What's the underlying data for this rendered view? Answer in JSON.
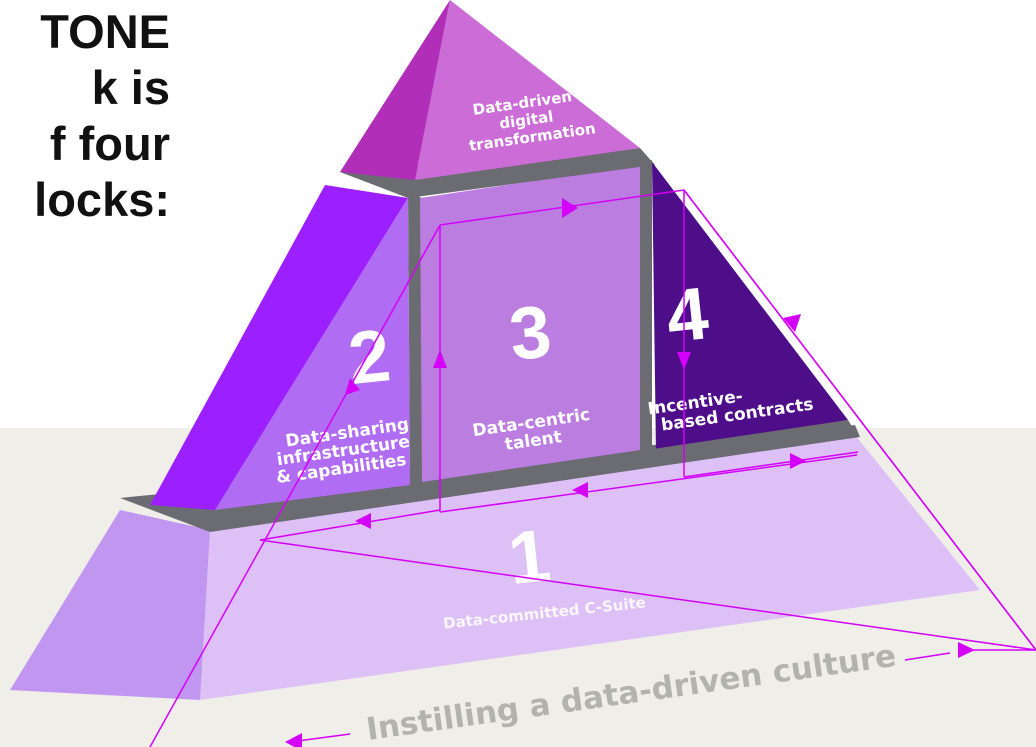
{
  "headline": {
    "lines": [
      "TONE",
      "k is",
      "f four",
      "locks:"
    ]
  },
  "blocks": {
    "top": {
      "label_lines": [
        "Data-driven",
        "digital",
        "transformation"
      ]
    },
    "b1": {
      "number": "1",
      "label": "Data-committed C-Suite"
    },
    "b2": {
      "number": "2",
      "label_lines": [
        "Data-sharing",
        "infrastructure",
        "& capabilities"
      ]
    },
    "b3": {
      "number": "3",
      "label_lines": [
        "Data-centric",
        "talent"
      ]
    },
    "b4": {
      "number": "4",
      "label_lines": [
        "Incentive-",
        "based contracts"
      ]
    }
  },
  "culture_text": "Instilling a data-driven culture",
  "colors": {
    "top_block": "#cc6dd7",
    "block1": "#ddc0f5",
    "block2": "#b06cf2",
    "block3": "#bb7ee0",
    "block4": "#4e0e8a",
    "flow_lines": "#d500f9",
    "floor": "#efeee8"
  }
}
